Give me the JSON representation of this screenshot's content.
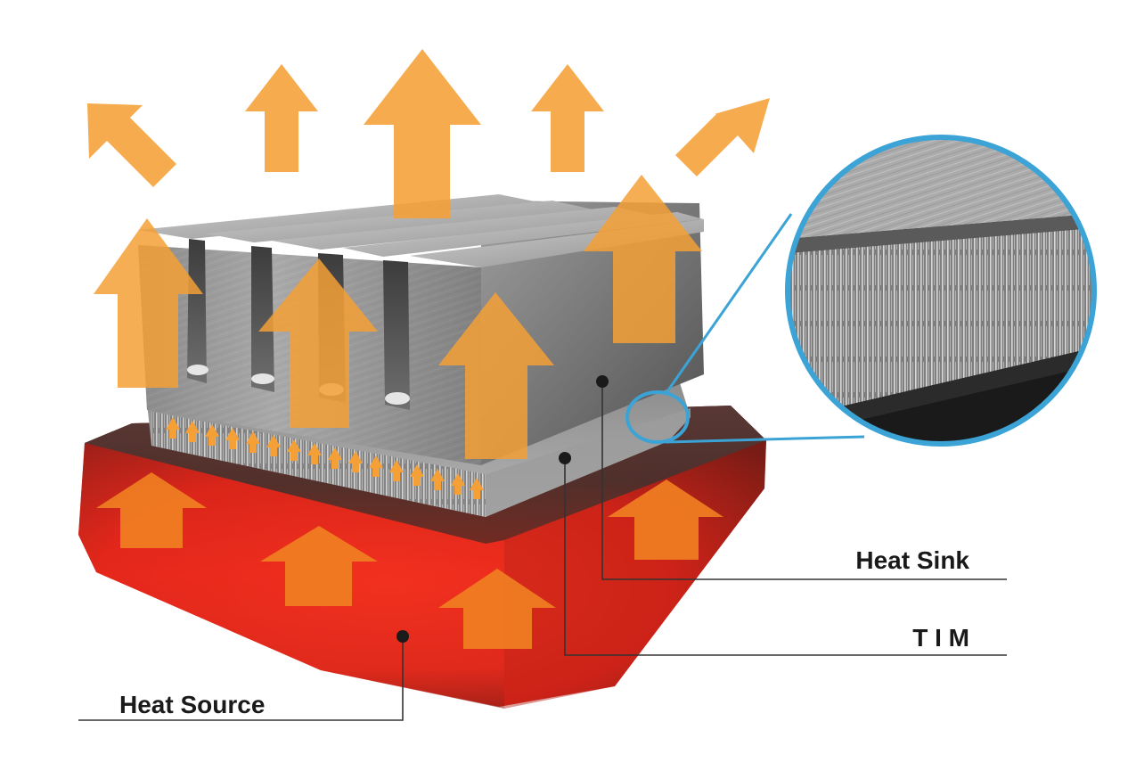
{
  "labels": {
    "heat_sink": "Heat Sink",
    "tim": "T I M",
    "heat_source": "Heat Source"
  },
  "colors": {
    "arrow": "#f5a036",
    "arrow_on_red": "#f07f22",
    "heat_source_red": "#e8281c",
    "heat_source_dark": "#3a2826",
    "aluminum_light": "#c9c9c9",
    "aluminum_dark": "#5c5c5c",
    "tim_gray": "#9a9a9a",
    "zoom_ring": "#3ba3d6",
    "leader_line": "#333333"
  },
  "icons": {
    "arrow": "arrow-up-icon",
    "callout_dot": "dot-icon"
  }
}
